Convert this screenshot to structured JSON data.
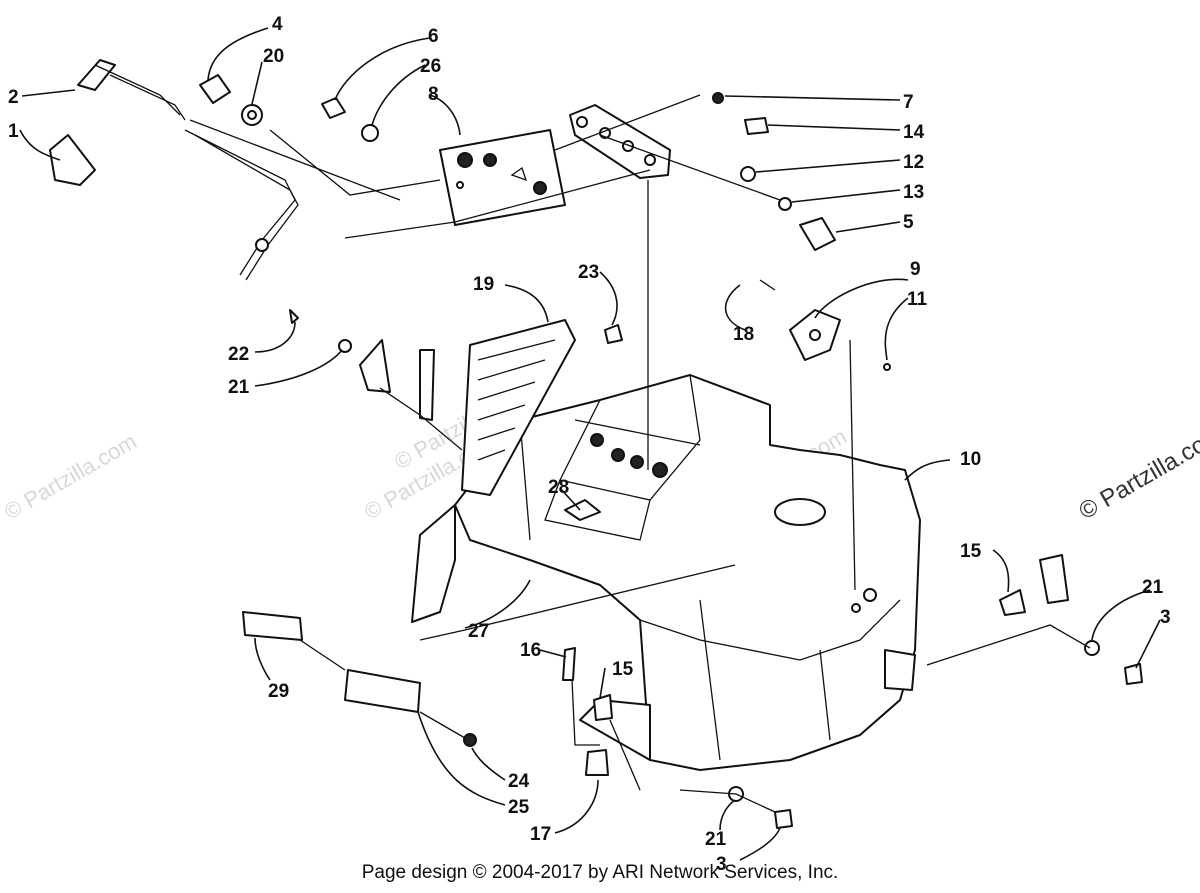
{
  "watermark": "© Partzilla.com",
  "watermark_edge": "© Partzilla.co",
  "footer": "Page design © 2004-2017 by ARI Network Services, Inc.",
  "callouts": [
    "1",
    "2",
    "3",
    "4",
    "5",
    "6",
    "7",
    "8",
    "9",
    "10",
    "11",
    "12",
    "13",
    "14",
    "15",
    "16",
    "17",
    "18",
    "19",
    "20",
    "21",
    "22",
    "23",
    "24",
    "25",
    "26",
    "27",
    "28",
    "29"
  ]
}
